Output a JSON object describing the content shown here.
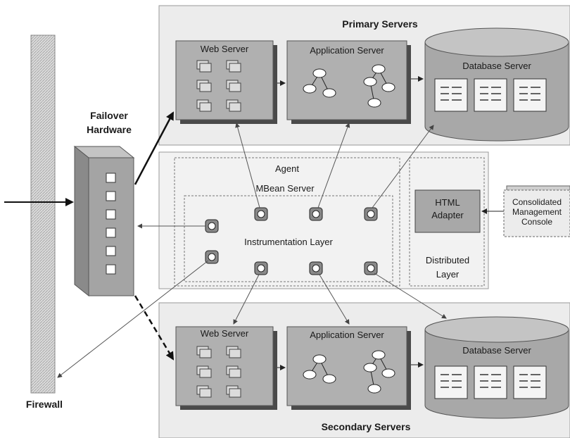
{
  "primary": {
    "title": "Primary Servers"
  },
  "secondary": {
    "title": "Secondary Servers"
  },
  "web_server": "Web Server",
  "app_server": "Application Server",
  "db_server": "Database Server",
  "firewall": "Firewall",
  "failover": {
    "line1": "Failover",
    "line2": "Hardware"
  },
  "agent": "Agent",
  "mbean_server": "MBean Server",
  "instrumentation": "Instrumentation Layer",
  "html_adapter": {
    "line1": "HTML",
    "line2": "Adapter"
  },
  "distributed": {
    "line1": "Distributed",
    "line2": "Layer"
  },
  "console": {
    "line1": "Consolidated",
    "line2": "Management",
    "line3": "Console"
  },
  "icons": [
    "web-page-icon",
    "network-graph-icon",
    "data-table-icon",
    "mbean-icon",
    "server-port-icon"
  ]
}
